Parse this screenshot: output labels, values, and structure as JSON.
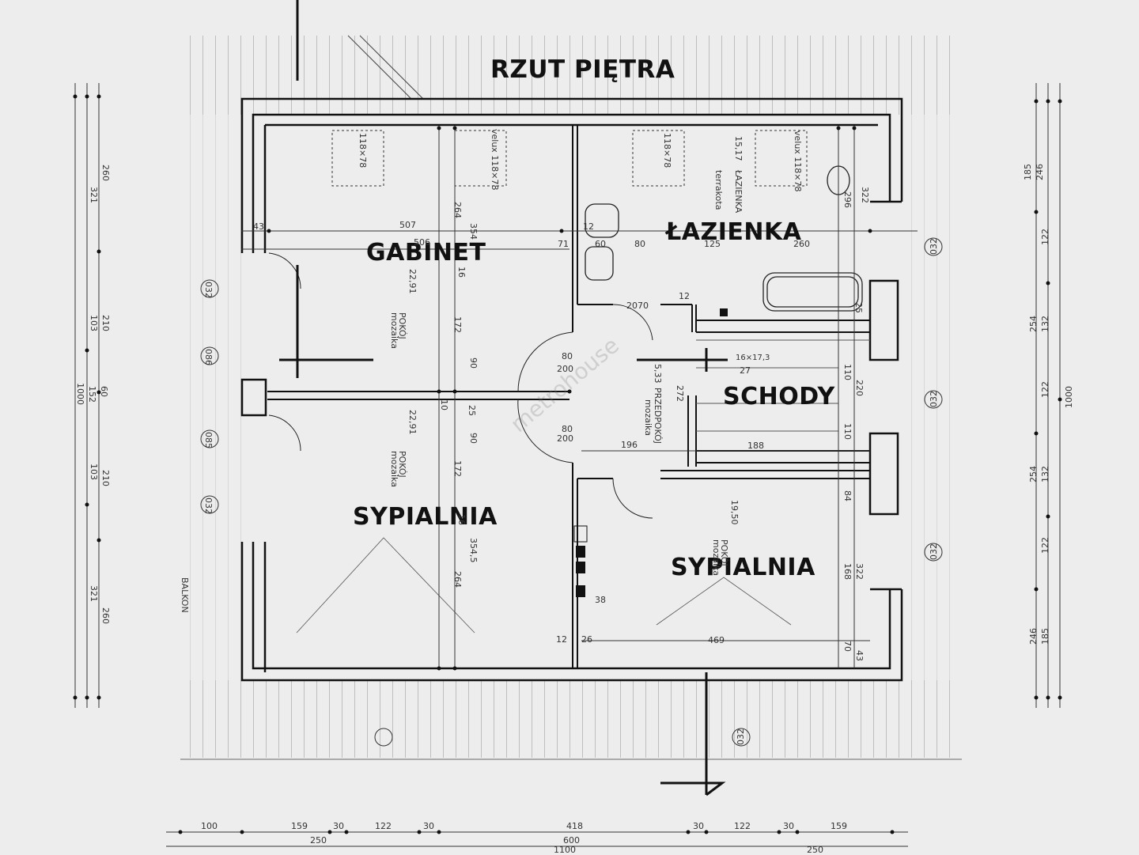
{
  "plan": {
    "title": "RZUT PIĘTRA",
    "rooms": {
      "gabinet": "GABINET",
      "lazienka": "ŁAZIENKA",
      "schody": "SCHODY",
      "sypialnia_left": "SYPIALNIA",
      "sypialnia_right": "SYPIALNIA"
    },
    "room_notes": {
      "gabinet_area": "22,91",
      "gabinet_type": "POKÓJ",
      "gabinet_floor": "mozaika",
      "sypialnia_left_area": "22,91",
      "sypialnia_left_type": "POKÓJ",
      "sypialnia_left_floor": "mozaika",
      "przedpokoj_area": "5,33",
      "przedpokoj_type": "PRZEDPOKÓJ",
      "przedpokoj_floor": "mozaika",
      "sypialnia_right_area": "19,50",
      "sypialnia_right_type": "POKÓJ",
      "sypialnia_right_floor": "mozaika",
      "lazienka_area": "15,17",
      "lazienka_type": "ŁAZIENKA",
      "lazienka_floor": "terrakota",
      "stairs_note": "16×17,3",
      "balkon": "BALKON",
      "velux1": "118×78",
      "velux2": "velux 118×78",
      "velux3": "118×78",
      "velux4": "velux 118×78"
    },
    "watermark": "metrohouse",
    "bottom_dims_row1": [
      "100",
      "159",
      "30",
      "122",
      "30",
      "418",
      "30",
      "122",
      "30",
      "159"
    ],
    "bottom_dims_row2": [
      "250",
      "600",
      "250"
    ],
    "bottom_dims_row3": [
      "1100"
    ],
    "left_dims": [
      "260",
      "321",
      "210",
      "103",
      "1000",
      "152",
      "60",
      "103",
      "210",
      "321",
      "260"
    ],
    "right_dims": [
      "185",
      "246",
      "122",
      "254",
      "132",
      "1000",
      "122",
      "254",
      "132",
      "122",
      "246",
      "185"
    ],
    "inner_dims": [
      "507",
      "506",
      "264",
      "354",
      "16",
      "172",
      "90",
      "10",
      "25",
      "90",
      "172",
      "16",
      "264",
      "354,5",
      "80",
      "200",
      "80",
      "200",
      "196",
      "188",
      "110",
      "220",
      "110",
      "272",
      "469",
      "43",
      "12",
      "60",
      "71",
      "80",
      "125",
      "260",
      "322",
      "296",
      "168",
      "322",
      "38",
      "12",
      "26",
      "25",
      "70",
      "43",
      "84",
      "27",
      "12",
      "70",
      "20"
    ],
    "axis_markers": [
      "032",
      "086",
      "085",
      "032",
      "032",
      "032",
      "032",
      "032"
    ]
  }
}
